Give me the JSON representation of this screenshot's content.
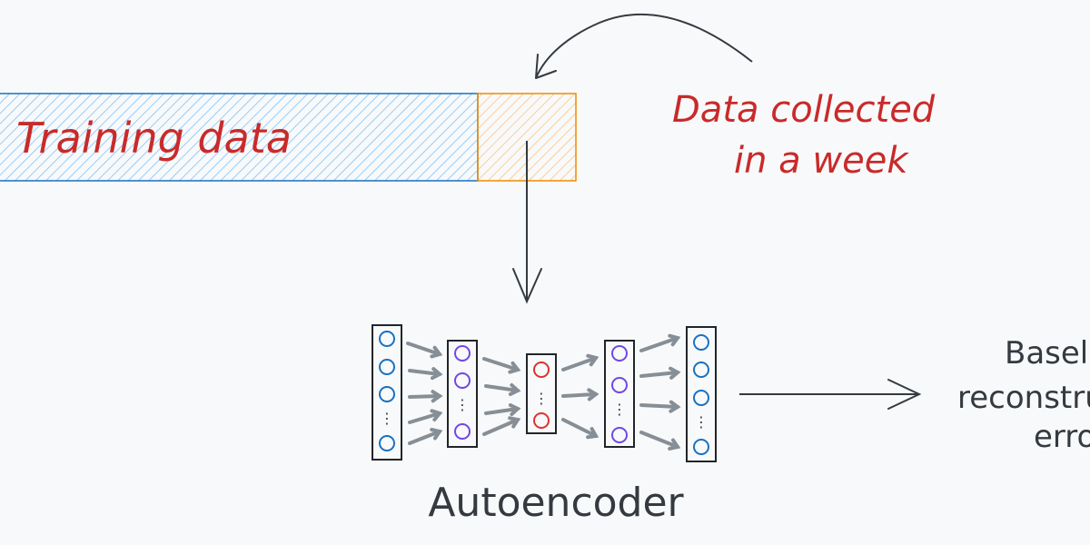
{
  "diagram": {
    "training_label": "Training data",
    "annotation_line1": "Data collected",
    "annotation_line2": "in a week",
    "model_label": "Autoencoder",
    "output_line1": "Baseline",
    "output_line2": "reconstruction",
    "output_line3": "error",
    "colors": {
      "training_block": "#1971c2",
      "training_hatch": "#74c0fc",
      "week_block": "#f08c00",
      "week_hatch": "#ffc078",
      "annotation_text": "#c92a2a",
      "arrow": "#343a40",
      "layer_arrow": "#868e96",
      "input_nodes": "#1971c2",
      "hidden_nodes": "#7048e8",
      "bottleneck_nodes": "#e03131"
    }
  }
}
